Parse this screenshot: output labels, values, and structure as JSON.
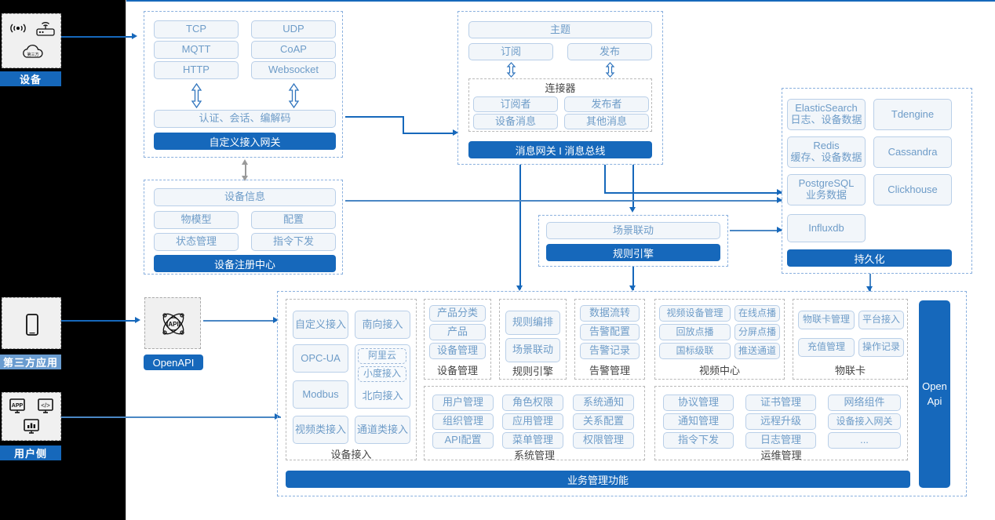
{
  "actors": {
    "device": {
      "label": "设备",
      "icons": [
        "wifi-signal-icon",
        "router-icon",
        "cloud-icon"
      ]
    },
    "third_party": {
      "label": "第三方应用",
      "icons": [
        "mobile-phone-icon"
      ]
    },
    "user_side": {
      "label": "用户侧",
      "icons": [
        "app-window-icon",
        "code-window-icon",
        "dashboard-icon"
      ]
    }
  },
  "gateway": {
    "protocols": [
      "TCP",
      "UDP",
      "MQTT",
      "CoAP",
      "HTTP",
      "Websocket"
    ],
    "middle": "认证、会话、编解码",
    "banner": "自定义接入网关"
  },
  "message_bus": {
    "topic": "主题",
    "subscribe": "订阅",
    "publish": "发布",
    "connector_title": "连接器",
    "connector_items": [
      "订阅者",
      "发布者",
      "设备消息",
      "其他消息"
    ],
    "banner": "消息网关 I 消息总线"
  },
  "registry": {
    "info": "设备信息",
    "items": [
      "物模型",
      "配置",
      "状态管理",
      "指令下发"
    ],
    "banner": "设备注册中心"
  },
  "rule_engine": {
    "scene": "场景联动",
    "banner": "规则引擎"
  },
  "persistence": {
    "stores": [
      {
        "name": "ElasticSearch",
        "sub": "日志、设备数据"
      },
      {
        "name": "Tdengine",
        "sub": ""
      },
      {
        "name": "Redis",
        "sub": "缓存、设备数据"
      },
      {
        "name": "Cassandra",
        "sub": ""
      },
      {
        "name": "PostgreSQL",
        "sub": "业务数据"
      },
      {
        "name": "Clickhouse",
        "sub": ""
      },
      {
        "name": "Influxdb",
        "sub": ""
      }
    ],
    "banner": "持久化"
  },
  "openapi": {
    "label": "OpenAPI",
    "icon": "api-atom-icon"
  },
  "business": {
    "banner": "业务管理功能",
    "open_api_bar": "Open\nApi",
    "device_access": {
      "caption": "设备接入",
      "items": [
        "自定义接入",
        "南向接入",
        "OPC-UA",
        "Modbus",
        "视频类接入",
        "通道类接入"
      ],
      "nested": [
        "阿里云",
        "小度接入"
      ],
      "nested_label": "北向接入"
    },
    "device_mgmt": {
      "caption": "设备管理",
      "items": [
        "产品分类",
        "产品",
        "设备管理"
      ]
    },
    "rule_engine": {
      "caption": "规则引擎",
      "items": [
        "规则编排",
        "场景联动"
      ]
    },
    "alarm_mgmt": {
      "caption": "告警管理",
      "items": [
        "数据流转",
        "告警配置",
        "告警记录"
      ]
    },
    "video_center": {
      "caption": "视频中心",
      "items": [
        "视频设备管理",
        "在线点播",
        "回放点播",
        "分屏点播",
        "国标级联",
        "推送通道"
      ]
    },
    "iot_card": {
      "caption": "物联卡",
      "items": [
        "物联卡管理",
        "平台接入",
        "充值管理",
        "操作记录"
      ]
    },
    "system_mgmt": {
      "caption": "系统管理",
      "items": [
        "用户管理",
        "角色权限",
        "系统通知",
        "组织管理",
        "应用管理",
        "关系配置",
        "API配置",
        "菜单管理",
        "权限管理"
      ]
    },
    "ops_mgmt": {
      "caption": "运维管理",
      "items": [
        "协议管理",
        "证书管理",
        "网络组件",
        "通知管理",
        "远程升级",
        "设备接入网关",
        "指令下发",
        "日志管理",
        "..."
      ]
    }
  },
  "colors": {
    "accent": "#1668bb",
    "chip_border": "#b9cfe8",
    "chip_bg": "#f2f6fa",
    "chip_text": "#6e9cc8",
    "group_border": "#8ab0de",
    "rail": "#000000"
  }
}
